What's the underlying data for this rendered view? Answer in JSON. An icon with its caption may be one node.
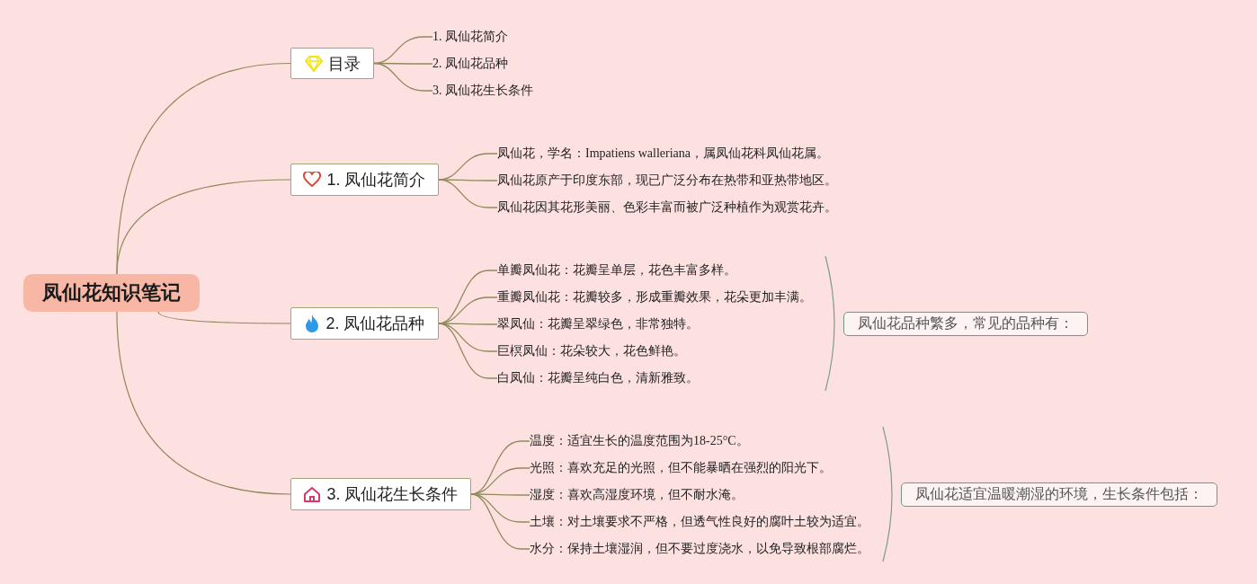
{
  "diagram": {
    "nodes": [
      {
        "text": [
          "凤仙花知识笔记"
        ]
      },
      {
        "text": [
          "目录"
        ]
      },
      {
        "text": [
          "1. 凤仙花简介"
        ]
      },
      {
        "text": [
          "2. 凤仙花品种"
        ]
      },
      {
        "text": [
          "3. 凤仙花生长条件"
        ]
      },
      {
        "text": [
          "1. 凤仙花简介"
        ]
      },
      {
        "text": [
          "凤仙花，学名：Impatiens walleriana，属凤仙花科凤仙花属。"
        ]
      },
      {
        "text": [
          "凤仙花原产于印度东部，现已广泛分布在热带和亚热带地区。"
        ]
      },
      {
        "text": [
          "凤仙花因其花形美丽、色彩丰富而被广泛种植作为观赏花卉。"
        ]
      },
      {
        "text": [
          "2. 凤仙花品种"
        ]
      },
      {
        "text": [
          "单瓣凤仙花：花瓣呈单层，花色丰富多样。"
        ]
      },
      {
        "text": [
          "重瓣凤仙花：花瓣较多，形成重瓣效果，花朵更加丰满。"
        ]
      },
      {
        "text": [
          "翠凤仙：花瓣呈翠绿色，非常独特。"
        ]
      },
      {
        "text": [
          "巨榠凤仙：花朵较大，花色鲜艳。"
        ]
      },
      {
        "text": [
          "白凤仙：花瓣呈纯白色，清新雅致。"
        ]
      },
      {
        "text": [
          "凤仙花品种繁多，常见的品种有："
        ]
      },
      {
        "text": [
          "3. 凤仙花生长条件"
        ]
      },
      {
        "text": [
          "温度：适宜生长的温度范围为18-25°C。"
        ]
      },
      {
        "text": [
          "光照：喜欢充足的光照，但不能暴晒在强烈的阳光下。"
        ]
      },
      {
        "text": [
          "湿度：喜欢高湿度环境，但不耐水淹。"
        ]
      },
      {
        "text": [
          "土壤：对土壤要求不严格，但透气性良好的腐叶土较为适宜。"
        ]
      },
      {
        "text": [
          "水分：保持土壤湿润，但不要过度浇水，以免导致根部腐烂。"
        ]
      },
      {
        "text": [
          "凤仙花适宜温暖潮湿的环境，生长条件包括："
        ]
      }
    ],
    "edges": [
      {
        "from": 0,
        "to": 1,
        "arrow": "none"
      },
      {
        "from": 1,
        "to": 2,
        "arrow": "none"
      },
      {
        "from": 1,
        "to": 3,
        "arrow": "none"
      },
      {
        "from": 1,
        "to": 4,
        "arrow": "none"
      },
      {
        "from": 0,
        "to": 5,
        "arrow": "none"
      },
      {
        "from": 5,
        "to": 6,
        "arrow": "none"
      },
      {
        "from": 5,
        "to": 7,
        "arrow": "none"
      },
      {
        "from": 5,
        "to": 8,
        "arrow": "none"
      },
      {
        "from": 0,
        "to": 9,
        "arrow": "none"
      },
      {
        "from": 9,
        "to": 10,
        "arrow": "none"
      },
      {
        "from": 9,
        "to": 11,
        "arrow": "none"
      },
      {
        "from": 9,
        "to": 12,
        "arrow": "none"
      },
      {
        "from": 9,
        "to": 13,
        "arrow": "none"
      },
      {
        "from": 9,
        "to": 14,
        "arrow": "none"
      },
      {
        "from": 0,
        "to": 16,
        "arrow": "none"
      },
      {
        "from": 16,
        "to": 17,
        "arrow": "none"
      },
      {
        "from": 16,
        "to": 18,
        "arrow": "none"
      },
      {
        "from": 16,
        "to": 19,
        "arrow": "none"
      },
      {
        "from": 16,
        "to": 20,
        "arrow": "none"
      },
      {
        "from": 16,
        "to": 21,
        "arrow": "none"
      }
    ]
  }
}
